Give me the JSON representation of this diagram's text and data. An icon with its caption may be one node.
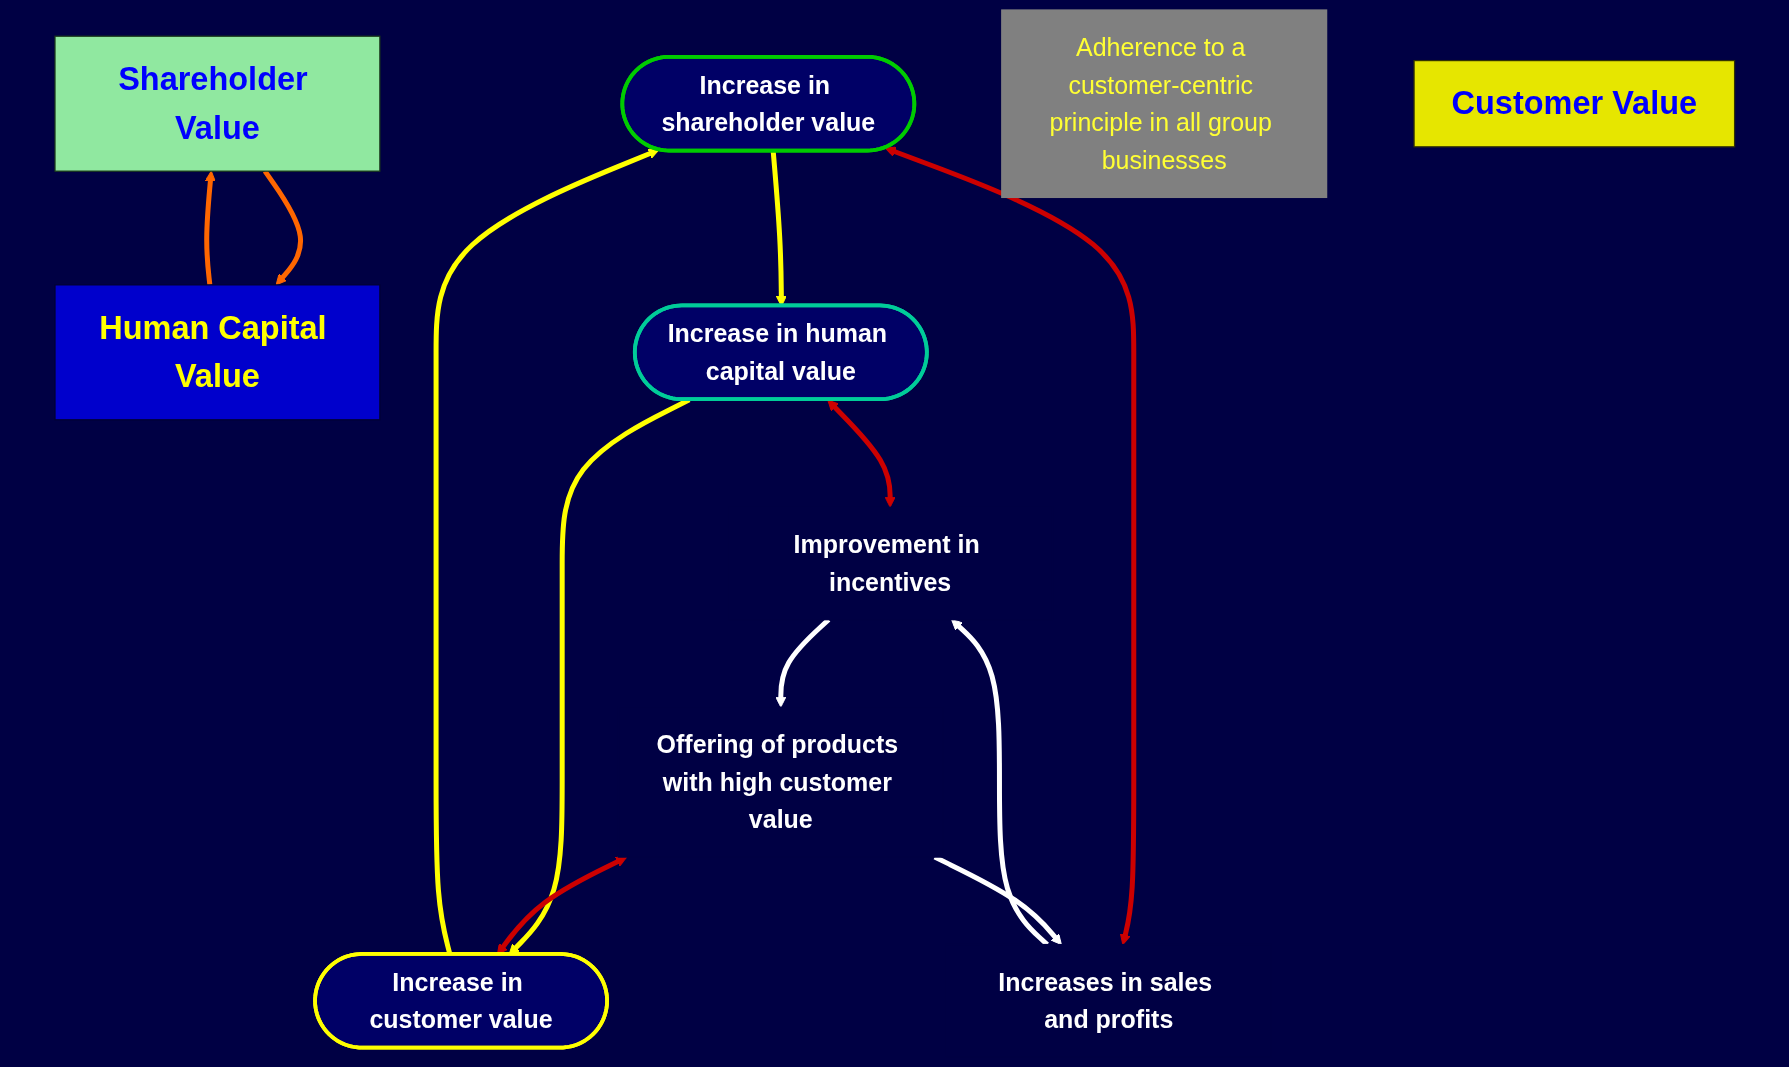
{
  "diagram": {
    "nodes": [
      {
        "text": [
          "Shareholder Value"
        ]
      },
      {
        "text": [
          "Human Capital Value"
        ]
      },
      {
        "text": [
          "Increase in shareholder value"
        ]
      },
      {
        "text": [
          "Increase in human capital value"
        ]
      },
      {
        "text": [
          "Increases in sales and profits"
        ]
      },
      {
        "text": [
          "Improvement in incentives"
        ]
      },
      {
        "text": [
          "Offering of products with high customer value"
        ]
      },
      {
        "text": [
          "Increase in customer value"
        ]
      },
      {
        "text": [
          "Adherence to a customer-centric principle in all group businesses"
        ]
      },
      {
        "text": [
          "Customer Value"
        ]
      }
    ],
    "edges": [
      {
        "from": 0,
        "to": 1,
        "arrow": "to",
        "color": "#ff6600"
      },
      {
        "from": 1,
        "to": 0,
        "arrow": "to",
        "color": "#ff6600"
      },
      {
        "from": 2,
        "to": 3,
        "arrow": "to",
        "color": "#ffff00"
      },
      {
        "from": 3,
        "to": 7,
        "arrow": "to",
        "color": "#ffff00"
      },
      {
        "from": 7,
        "to": 2,
        "arrow": "to",
        "color": "#ffff00"
      },
      {
        "from": 2,
        "to": 4,
        "arrow": "both",
        "color": "#cc0000"
      },
      {
        "from": 3,
        "to": 5,
        "arrow": "both",
        "color": "#cc0000"
      },
      {
        "from": 6,
        "to": 7,
        "arrow": "both",
        "color": "#cc0000"
      },
      {
        "from": 4,
        "to": 5,
        "arrow": "to",
        "color": "#ffffff"
      },
      {
        "from": 5,
        "to": 6,
        "arrow": "to",
        "color": "#ffffff"
      },
      {
        "from": 6,
        "to": 4,
        "arrow": "to",
        "color": "#ffffff"
      }
    ]
  }
}
